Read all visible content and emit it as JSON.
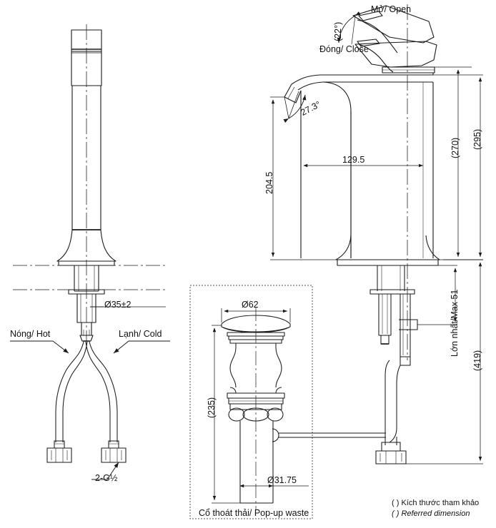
{
  "document": {
    "type": "technical-drawing",
    "title": "Vessel faucet dimensional drawing",
    "units": "mm"
  },
  "views": {
    "front": {
      "name": "front-elevation"
    },
    "side": {
      "name": "side-elevation"
    },
    "detail": {
      "name": "pop-up-waste-detail"
    }
  },
  "labels": {
    "open": "Mở/ Open",
    "close": "Đóng/ Close",
    "hot": "Nóng/ Hot",
    "cold": "Lạnh/ Cold",
    "thread": "2-G½",
    "popup_waste": "Cổ thoát thải/ Pop-up waste",
    "max_projection": "Lớn nhất/Max 51"
  },
  "dimensions": {
    "angle_open": "(22°)",
    "angle_spout": "27.3°",
    "spout_height": "204.5",
    "spout_reach": "129.5",
    "body_height": "(270)",
    "overall_height": "(295)",
    "total_height": "(419)",
    "mount_hole": "Ø35±2",
    "waste_flange": "Ø62",
    "waste_tail": "Ø31.75",
    "waste_length": "(235)"
  },
  "footnote": {
    "line1": "( ) Kích thước tham khảo",
    "line2": "( ) Referred dimension"
  },
  "colors": {
    "line": "#1a1a1a",
    "thin": "#3a3a3a",
    "background": "#ffffff"
  }
}
